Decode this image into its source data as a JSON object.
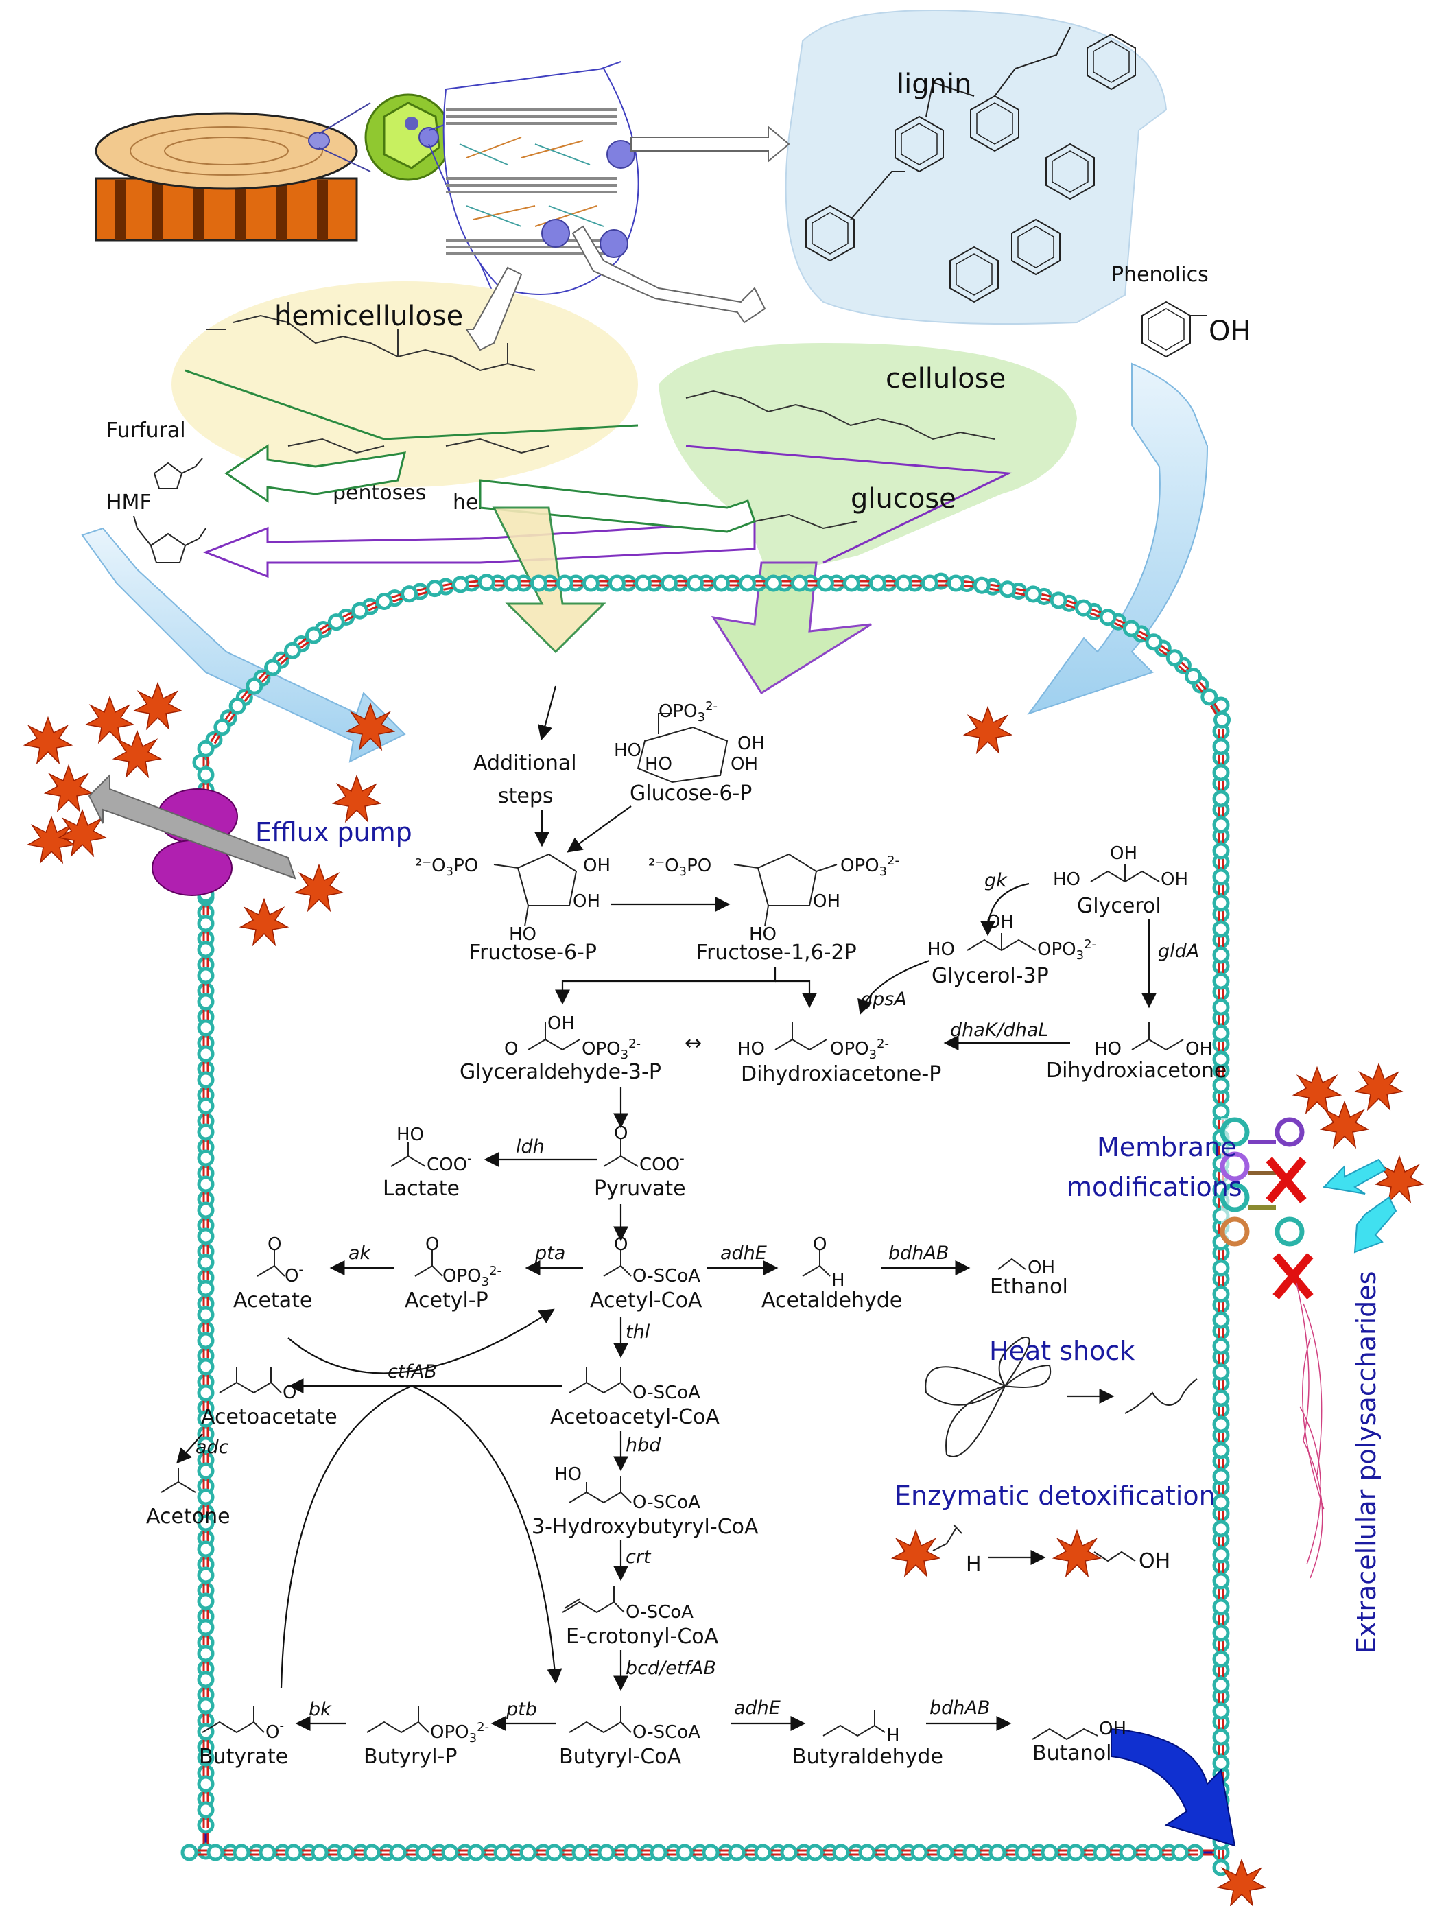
{
  "structures": {
    "lignin": "lignin",
    "phenolics": "Phenolics",
    "oh": "OH",
    "hemicellulose": "hemicellulose",
    "cellulose": "cellulose",
    "pentoses": "pentoses",
    "hexoses": "hexoses",
    "glucose": "glucose",
    "furfural": "Furfural",
    "hmf": "HMF"
  },
  "pathway": {
    "additional_steps_1": "Additional",
    "additional_steps_2": "steps",
    "glucose6p": "Glucose-6-P",
    "fructose6p": "Fructose-6-P",
    "fructose16p": "Fructose-1,6-2P",
    "glycerol": "Glycerol",
    "glycerol3p": "Glycerol-3P",
    "glyceraldehyde3p": "Glyceraldehyde-3-P",
    "dhap": "Dihydroxiacetone-P",
    "dha": "Dihydroxiacetone",
    "lactate": "Lactate",
    "pyruvate": "Pyruvate",
    "acetate": "Acetate",
    "acetylp": "Acetyl-P",
    "acetylcoa": "Acetyl-CoA",
    "acetaldehyde": "Acetaldehyde",
    "ethanol": "Ethanol",
    "acetoacetate": "Acetoacetate",
    "acetoacetylcoa": "Acetoacetyl-CoA",
    "acetone": "Acetone",
    "hydroxybutyrylcoa": "3-Hydroxybutyryl-CoA",
    "crotonylcoa": "E-crotonyl-CoA",
    "butyrate": "Butyrate",
    "butyrylp": "Butyryl-P",
    "butyrylcoa": "Butyryl-CoA",
    "butyraldehyde": "Butyraldehyde",
    "butanol": "Butanol"
  },
  "enzymes": {
    "gk": "gk",
    "glda": "gldA",
    "gpsa": "gpsA",
    "dhak": "dhaK/dhaL",
    "ldh": "ldh",
    "pta": "pta",
    "ak": "ak",
    "adhe1": "adhE",
    "bdhab1": "bdhAB",
    "thl": "thl",
    "ctfab": "ctfAB",
    "adc": "adc",
    "hbd": "hbd",
    "crt": "crt",
    "bcd": "bcd/etfAB",
    "ptb": "ptb",
    "bk": "bk",
    "adhe2": "adhE",
    "bdhab2": "bdhAB"
  },
  "groups": {
    "oso": "O-SCoA",
    "coo": "COO",
    "h": "H",
    "ho": "HO",
    "oh": "OH",
    "opo3": "OPO3",
    "o_minus": "O",
    "ho_oh": "HO",
    "po_left": "²⁻O₃PO"
  },
  "tolerance": {
    "efflux_pump": "Efflux pump",
    "membrane_mod_1": "Membrane",
    "membrane_mod_2": "modifications",
    "heat_shock": "Heat shock",
    "enzymatic_detox": "Enzymatic detoxification",
    "extracellular_ps": "Extracellular polysaccharides",
    "detox_oh": "OH",
    "detox_h": "H"
  },
  "colors": {
    "lipid_head": "#2bb3a8",
    "lipid_tail": "#d4201a",
    "membrane_line": "#1a1ab0",
    "star": "#e04a10",
    "navy": "#1a1aa0",
    "hemi_bg": "#faf3cf",
    "cellulose_bg": "#d8f0c8",
    "lignin_bg": "#dcecf6",
    "efflux": "#b020b0",
    "butanol_arrow": "#1030d0"
  }
}
